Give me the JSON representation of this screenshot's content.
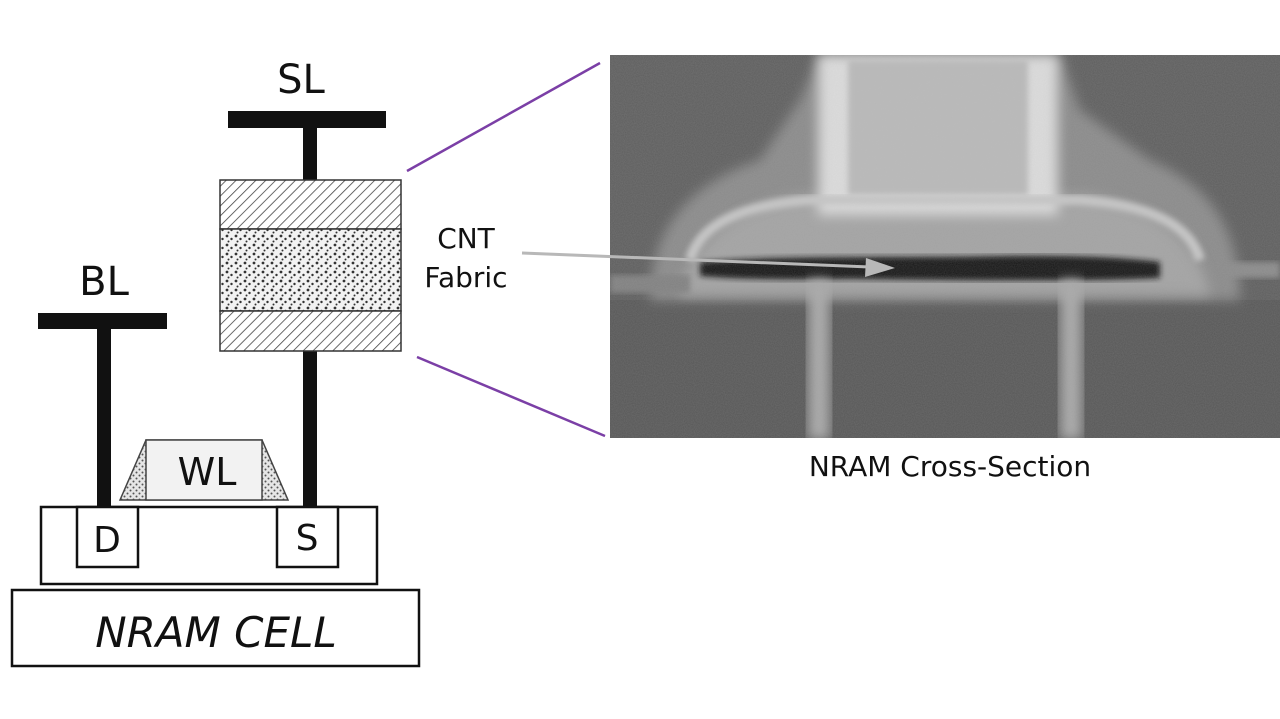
{
  "diagram": {
    "labels": {
      "source_line": "SL",
      "bit_line": "BL",
      "word_line": "WL",
      "drain": "D",
      "source": "S",
      "cell_title": "NRAM CELL",
      "cnt_line1": "CNT",
      "cnt_line2": "Fabric",
      "image_caption": "NRAM Cross-Section"
    },
    "colors": {
      "line": "#111111",
      "zoom_lines": "#7b3fa6",
      "arrow": "#b8b8b8"
    }
  }
}
